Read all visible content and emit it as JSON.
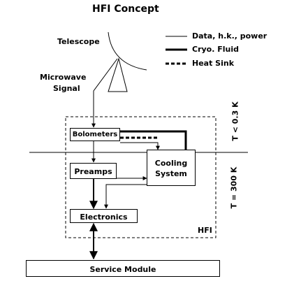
{
  "title": "HFI Concept",
  "legend": {
    "data_label": "Data, h.k., power",
    "cryo_label": "Cryo. Fluid",
    "heat_label": "Heat Sink"
  },
  "labels": {
    "telescope": "Telescope",
    "microwave_line1": "Microwave",
    "microwave_line2": "Signal",
    "hfi": "HFI",
    "temp_low": "T < 0.3 K",
    "temp_high": "T = 300 K"
  },
  "boxes": {
    "bolometers": "Bolometers",
    "preamps": "Preamps",
    "cooling_line1": "Cooling",
    "cooling_line2": "System",
    "electronics": "Electronics",
    "service_module": "Service Module"
  }
}
